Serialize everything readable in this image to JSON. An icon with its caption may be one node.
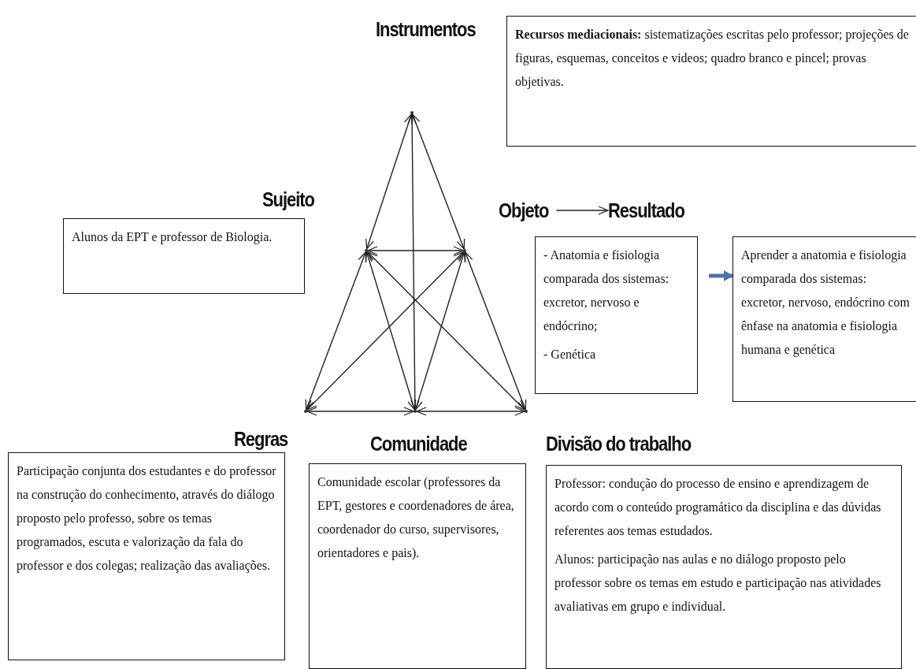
{
  "diagram": {
    "nodes": [
      {
        "text": [
          "**Recursos mediacionais:** sistematizações escritas pelo professor; projeções de figuras, esquemas, conceitos e videos; quadro branco e pincel; provas objetivas."
        ],
        "beside": [
          "Instrumentos"
        ]
      },
      {
        "text": [],
        "shape": "point"
      },
      {
        "text": [
          "Alunos da EPT e professor de Biologia."
        ],
        "beside": [
          "Sujeito"
        ]
      },
      {
        "text": [
          "Objeto"
        ]
      },
      {
        "text": [
          "Resultado"
        ]
      },
      {
        "text": [],
        "shape": "point"
      },
      {
        "text": [],
        "shape": "point"
      },
      {
        "text": [
          "- Anatomia e fisiologia comparada dos sistemas: excretor, nervoso e endócrino;",
          "- Genética"
        ]
      },
      {
        "text": [
          "Aprender a anatomia e fisiologia comparada dos sistemas: excretor, nervoso, endócrino com ênfase na anatomia e fisiologia humana e genética"
        ]
      },
      {
        "text": [],
        "shape": "point"
      },
      {
        "text": [],
        "shape": "point"
      },
      {
        "text": [],
        "shape": "point"
      },
      {
        "text": [
          "Participação conjunta dos estudantes e do professor na construção do conhecimento, através do diálogo proposto pelo professo, sobre os temas programados, escuta e valorização da fala do professor e dos colegas; realização das avaliações."
        ],
        "beside": [
          "Regras"
        ]
      },
      {
        "text": [
          "Comunidade escolar (professores da EPT, gestores e coordenadores de área, coordenador do curso, supervisores, orientadores e pais)."
        ],
        "beside": [
          "Comunidade"
        ]
      },
      {
        "text": [
          "Professor: condução do processo de ensino e aprendizagem de acordo com o conteúdo programático da disciplina e das dúvidas referentes aos temas estudados.",
          "Alunos: participação nas aulas e no diálogo proposto pelo professor sobre os temas em estudo e participação nas atividades avaliativas em grupo e individual."
        ],
        "beside": [
          "Divisão do trabalho"
        ]
      }
    ],
    "edges": [
      {
        "from": 3,
        "to": 4,
        "arrow": "to"
      },
      {
        "from": 7,
        "to": 8,
        "arrow": "to",
        "style": "thick",
        "color": "#4a72a8"
      },
      {
        "from": 1,
        "to": 5,
        "arrow": "both"
      },
      {
        "from": 1,
        "to": 6,
        "arrow": "both"
      },
      {
        "from": 1,
        "to": 10,
        "arrow": "both"
      },
      {
        "from": 5,
        "to": 6,
        "arrow": "both"
      },
      {
        "from": 5,
        "to": 9,
        "arrow": "both"
      },
      {
        "from": 5,
        "to": 10,
        "arrow": "both"
      },
      {
        "from": 5,
        "to": 11,
        "arrow": "both"
      },
      {
        "from": 6,
        "to": 9,
        "arrow": "both"
      },
      {
        "from": 6,
        "to": 10,
        "arrow": "both"
      },
      {
        "from": 6,
        "to": 11,
        "arrow": "both"
      },
      {
        "from": 9,
        "to": 10,
        "arrow": "both"
      },
      {
        "from": 10,
        "to": 11,
        "arrow": "both"
      }
    ]
  }
}
